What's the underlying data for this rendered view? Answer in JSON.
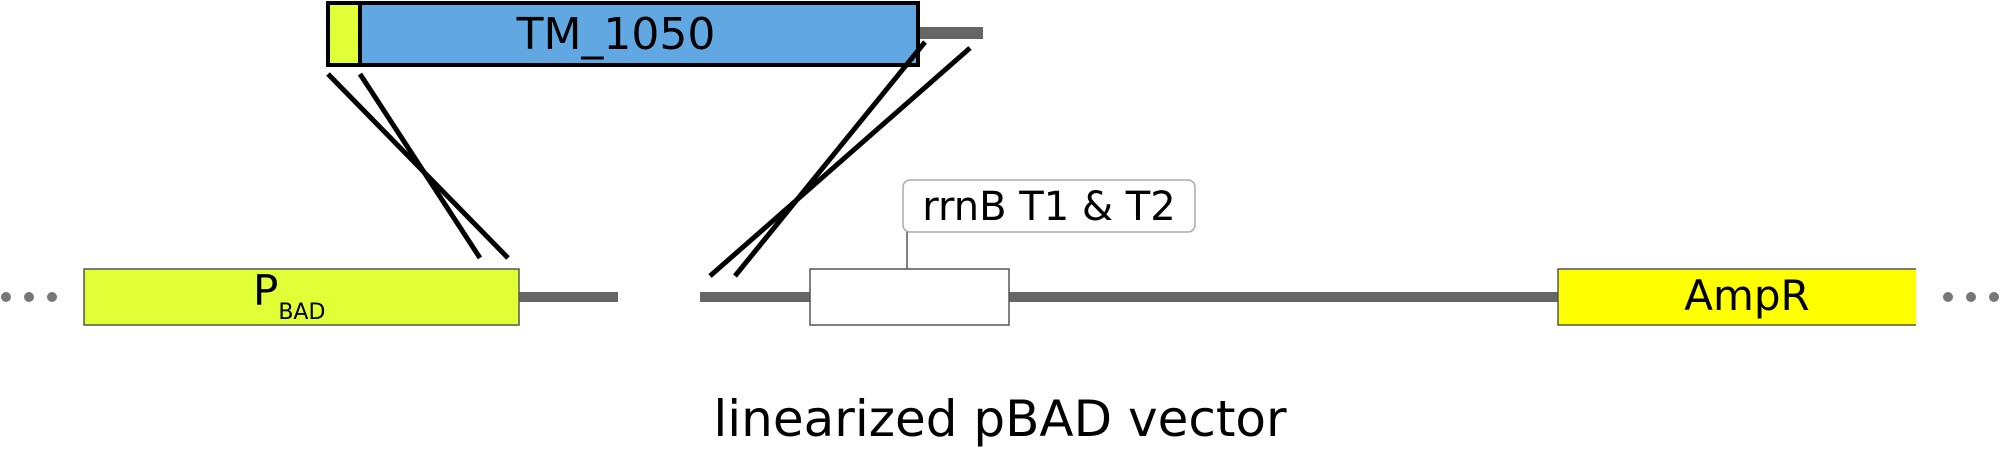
{
  "insert": {
    "label": "TM_1050",
    "tag_color": "#e1ff36",
    "body_color": "#61a8e3"
  },
  "promoter": {
    "label_main": "P",
    "label_sub": "BAD",
    "color": "#e1ff36"
  },
  "terminator": {
    "label": "rrnB T1 & T2",
    "color": "#ffffff"
  },
  "resistance": {
    "label": "AmpR",
    "color": "#ffff00"
  },
  "vector": {
    "label": "linearized pBAD vector",
    "line_color": "#666666"
  },
  "colors": {
    "outline": "#000000",
    "thin_outline": "#555555",
    "dots": "#777777"
  }
}
